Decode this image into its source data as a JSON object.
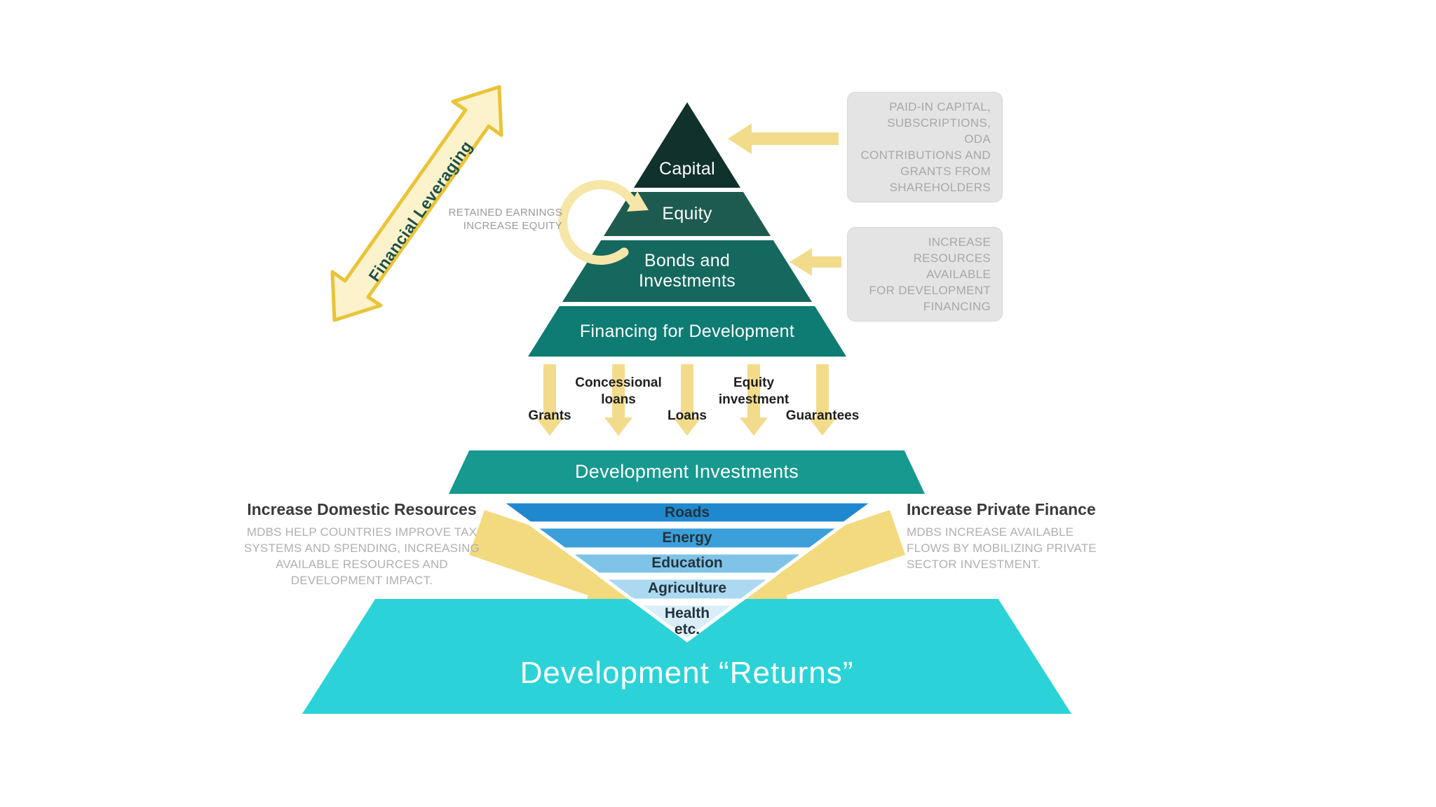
{
  "leverage_arrow": {
    "label": "Financial Leveraging"
  },
  "retained_note": {
    "text": "RETAINED EARNINGS\nINCREASE EQUITY"
  },
  "pyramid": {
    "layers": [
      {
        "label": "Capital",
        "color": "#10312c"
      },
      {
        "label": "Equity",
        "color": "#1d5b51"
      },
      {
        "label": "Bonds and\nInvestments",
        "color": "#14685e"
      },
      {
        "label": "Financing for Development",
        "color": "#0e7c73"
      }
    ]
  },
  "callout_boxes": [
    {
      "text": "PAID-IN CAPITAL,\nSUBSCRIPTIONS, ODA\nCONTRIBUTIONS AND\nGRANTS FROM\nSHAREHOLDERS"
    },
    {
      "text": "INCREASE RESOURCES\nAVAILABLE\nFOR DEVELOPMENT\nFINANCING"
    }
  ],
  "flow_labels": [
    {
      "label": "Grants"
    },
    {
      "label": "Concessional\nloans"
    },
    {
      "label": "Loans"
    },
    {
      "label": "Equity\ninvestment"
    },
    {
      "label": "Guarantees"
    }
  ],
  "investments_band": {
    "label": "Development Investments",
    "color": "#17998f"
  },
  "funnel": {
    "bands": [
      {
        "label": "Roads",
        "color": "#1f88cf"
      },
      {
        "label": "Energy",
        "color": "#3ba0da"
      },
      {
        "label": "Education",
        "color": "#7fc4e8"
      },
      {
        "label": "Agriculture",
        "color": "#abd9f1"
      },
      {
        "label": "Health\netc.",
        "color": "#d9eef9"
      }
    ]
  },
  "left_note": {
    "heading": "Increase Domestic Resources",
    "body": "MDBS HELP COUNTRIES IMPROVE TAX\nSYSTEMS AND SPENDING, INCREASING\nAVAILABLE RESOURCES AND\nDEVELOPMENT IMPACT."
  },
  "right_note": {
    "heading": "Increase Private Finance",
    "body": "MDBS INCREASE AVAILABLE\nFLOWS BY MOBILIZING PRIVATE\nSECTOR INVESTMENT."
  },
  "returns_band": {
    "label": "Development “Returns”",
    "color": "#2bd3d8"
  },
  "palette": {
    "flow_arrow_yellow": "#f2dc8c",
    "converge_arrow": "#f3da7e",
    "loop_arrow": "#f6e6a8",
    "diag_arrow_fill": "#fcf3cd",
    "diag_arrow_stroke": "#e9c437",
    "box_gray": "#e4e4e4",
    "muted_text": "#a8a8a8"
  }
}
